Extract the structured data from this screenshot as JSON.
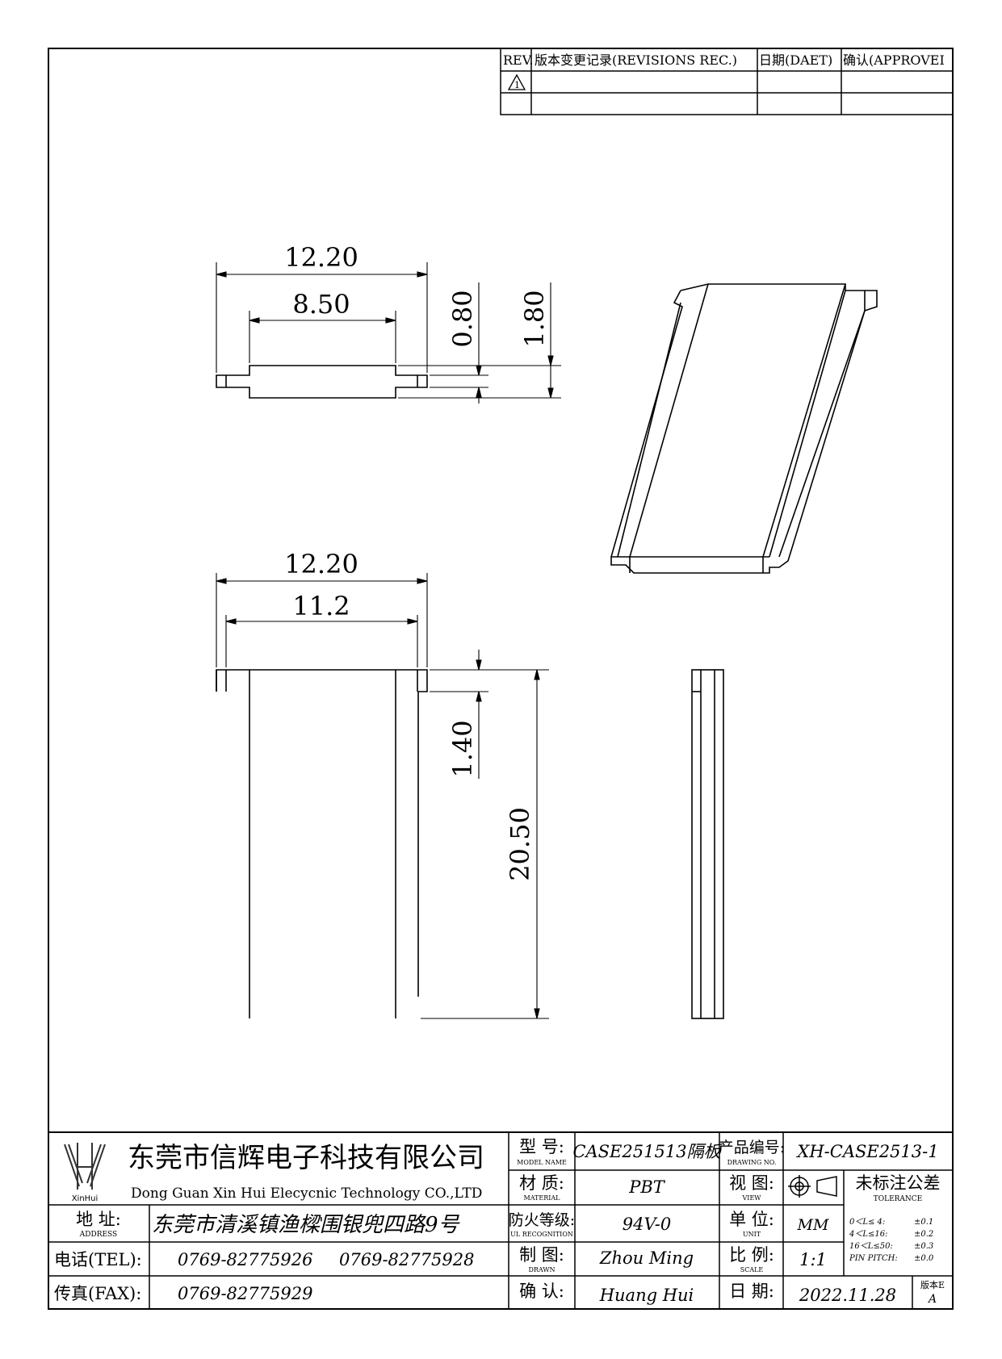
{
  "revision_table": {
    "headers": {
      "rev": "REV.",
      "record": "版本变更记录(REVISIONS REC.)",
      "date": "日期(DAET)",
      "approve": "确认(APPROVEI"
    },
    "row1_rev": "1"
  },
  "dimensions": {
    "top_overall_width": "12.20",
    "top_inner_width": "8.50",
    "top_flange_thickness": "0.80",
    "top_total_thickness": "1.80",
    "front_overall_width": "12.20",
    "front_inner_width": "11.2",
    "front_flange_height": "1.40",
    "front_total_height": "20.50"
  },
  "title_block": {
    "company_cn": "东莞市信辉电子科技有限公司",
    "company_en": "Dong Guan Xin Hui Elecycnic Technology CO.,LTD",
    "logo_text": "XinHui",
    "address_label": "地  址:",
    "address_label_en": "ADDRESS",
    "address_value": "东莞市清溪镇渔樑围银兜四路9号",
    "tel_label": "电话(TEL):",
    "tel_value_1": "0769-82775926",
    "tel_value_2": "0769-82775928",
    "fax_label": "传真(FAX):",
    "fax_value": "0769-82775929",
    "model_label": "型  号:",
    "model_label_en": "MODEL NAME",
    "model_value": "CASE251513隔板",
    "material_label": "材  质:",
    "material_label_en": "MATERIAL",
    "material_value": "PBT",
    "flame_label": "防火等级:",
    "flame_label_en": "UL RECOGNITION",
    "flame_value": "94V-0",
    "drawn_label": "制  图:",
    "drawn_label_en": "DRAWN",
    "drawn_value": "Zhou Ming",
    "confirm_label": "确  认:",
    "confirm_value": "Huang Hui",
    "drawing_no_label": "产品编号:",
    "drawing_no_label_en": "DRAWING NO.",
    "drawing_no_value": "XH-CASE2513-1",
    "view_label": "视  图:",
    "view_label_en": "VIEW",
    "unit_label": "单  位:",
    "unit_label_en": "UNIT",
    "unit_value": "MM",
    "scale_label": "比  例:",
    "scale_label_en": "SCALE",
    "scale_value": "1:1",
    "date_label": "日  期:",
    "date_value": "2022.11.28",
    "tolerance_title": "未标注公差",
    "tolerance_title_en": "TOLERANCE",
    "tolerance_rows": [
      {
        "range": "0＜L≤ 4:",
        "value": "±0.1"
      },
      {
        "range": "4＜L≤16:",
        "value": "±0.2"
      },
      {
        "range": "16＜L≤50:",
        "value": "±0.3"
      },
      {
        "range": "PIN PITCH:",
        "value": "±0.0"
      }
    ],
    "version_label": "版本E",
    "version_value": "A"
  }
}
